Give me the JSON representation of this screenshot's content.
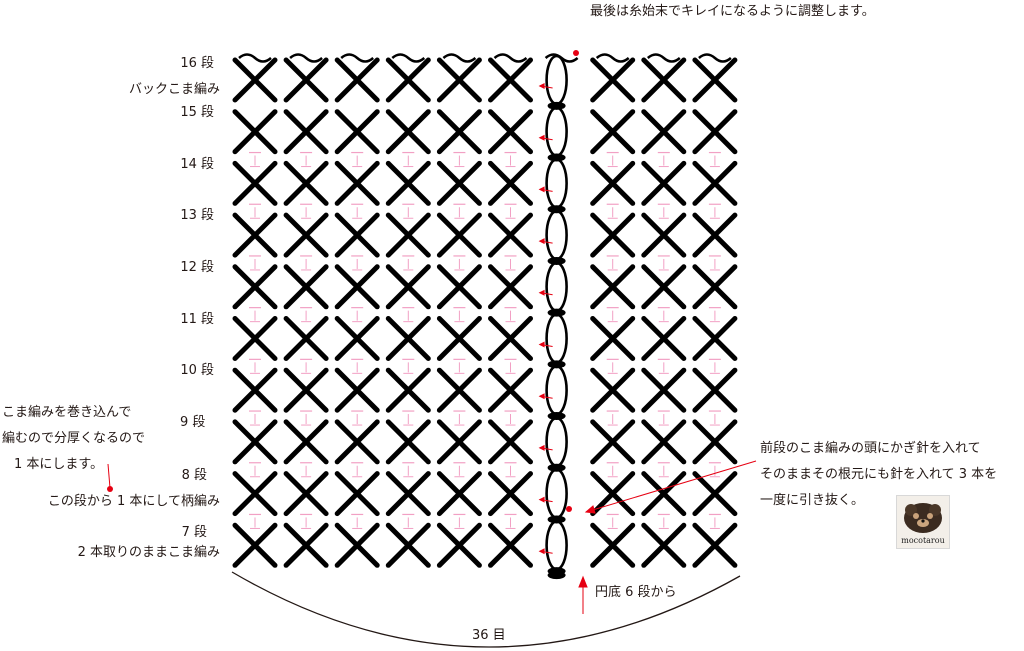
{
  "rows": [
    {
      "label": "16 段"
    },
    {
      "label": "15 段"
    },
    {
      "label": "14 段"
    },
    {
      "label": "13 段"
    },
    {
      "label": "12 段"
    },
    {
      "label": "11 段"
    },
    {
      "label": "10 段"
    },
    {
      "label": "9 段"
    },
    {
      "label": "8 段"
    },
    {
      "label": "7 段"
    }
  ],
  "annotations": {
    "top_note": "最後は糸始末でキレイになるように調整します。",
    "row16_note": "バックこま編み",
    "row8_note": "この段から 1 本にして柄編み",
    "row7_note": "2 本取りのままこま編み",
    "left_note_line1": "こま編みを巻き込んで",
    "left_note_line2": "編むので分厚くなるので",
    "left_note_line3": "1 本にします。",
    "right_note_line1": "前段のこま編みの頭にかぎ針を入れて",
    "right_note_line2": "そのままその根元にも針を入れて 3 本を",
    "right_note_line3": "一度に引き抜く。",
    "start_note": "円底 6 段から",
    "stitch_count": "36 目"
  },
  "logo": {
    "text": "mocotarou",
    "icon": "dog-photo-icon"
  },
  "colors": {
    "stitch": "#000000",
    "accent": "#e60012",
    "guide": "#f2a0c4",
    "text": "#231815"
  }
}
